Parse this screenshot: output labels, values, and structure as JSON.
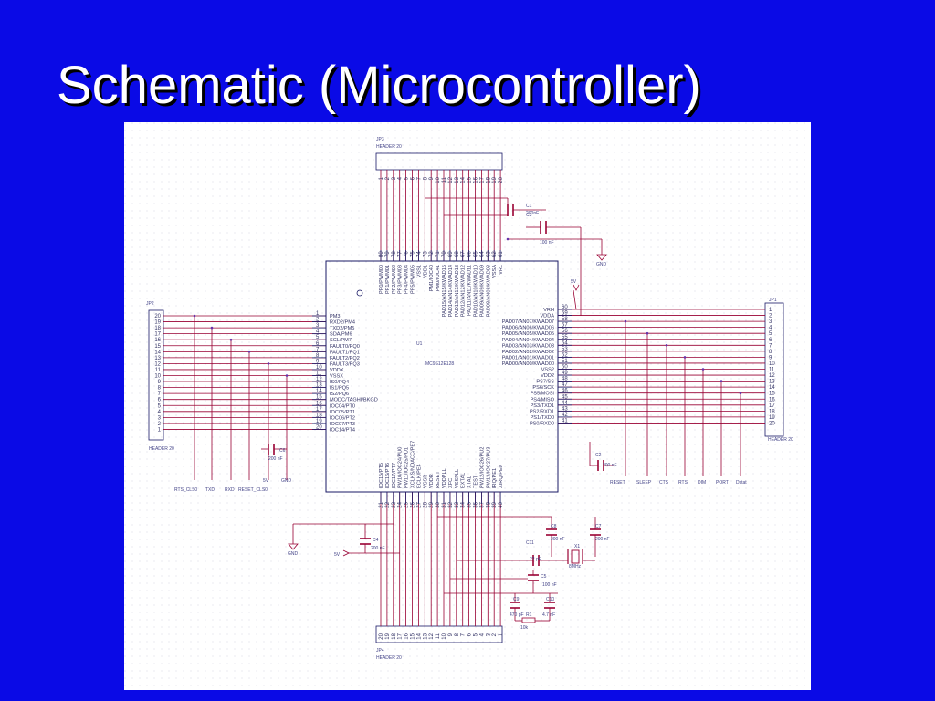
{
  "slide": {
    "title": "Schematic (Microcontroller)"
  },
  "chip": {
    "ref": "U1",
    "part": "MC9S12E128",
    "top_pins": {
      "numbers": [
        "80",
        "79",
        "78",
        "77",
        "76",
        "75",
        "74",
        "73",
        "72",
        "71",
        "70",
        "69",
        "68",
        "67",
        "66",
        "65",
        "64",
        "63",
        "62",
        "61"
      ],
      "labels": [
        "PP0/PWM00",
        "PP1/PWM01",
        "PP2/PWM02",
        "PP3/PWM03",
        "PP4/PWM04",
        "PP5/PWM05",
        "VSS1",
        "VDD1",
        "PM1/IOC40",
        "PM0/IOC41",
        "PAD15/AN15/KWAD15",
        "PAD14/AN14/KWAD14",
        "PAD13/AN13/KWAD13",
        "PAD12/AN12/KWAD12",
        "PAD11/AN11/KWAD11",
        "PAD10/AN10/KWAD10",
        "PAD09/AN09/KWAD09",
        "PAD08/AN08/KWAD08",
        "VSSA",
        "VRL"
      ]
    },
    "left_pins": {
      "numbers": [
        "1",
        "2",
        "3",
        "4",
        "5",
        "6",
        "7",
        "8",
        "9",
        "10",
        "11",
        "12",
        "13",
        "14",
        "15",
        "16",
        "17",
        "18",
        "19",
        "20"
      ],
      "labels": [
        "PM3",
        "RXD2/PM4",
        "TXD2/PM5",
        "SDA/PM6",
        "SCL/PM7",
        "FAULT0/PQ0",
        "FAULT1/PQ1",
        "FAULT2/PQ2",
        "FAULT3/PQ3",
        "VDDX",
        "VSSX",
        "IS0/PQ4",
        "IS1/PQ5",
        "IS2/PQ6",
        "MODC/TAGHI/BKGD",
        "IOC04/PT0",
        "IOC05/PT1",
        "IOC06/PT2",
        "IOC07/PT3",
        "IOC14/PT4"
      ]
    },
    "right_pins": {
      "numbers": [
        "60",
        "59",
        "58",
        "57",
        "56",
        "55",
        "54",
        "53",
        "52",
        "51",
        "50",
        "49",
        "48",
        "47",
        "46",
        "45",
        "44",
        "43",
        "42",
        "41"
      ],
      "labels": [
        "VRH",
        "VDDA",
        "PAD07/AN07/KWAD07",
        "PAD06/AN06/KWAD06",
        "PAD05/AN05/KWAD05",
        "PAD04/AN04/KWAD04",
        "PAD03/AN03/KWAD03",
        "PAD02/AN02/KWAD02",
        "PAD01/AN01/KWAD01",
        "PAD00/AN00/KWAD00",
        "VSS2",
        "VDD2",
        "PS7/SS",
        "PS6/SCK",
        "PS5/MOSI",
        "PS4/MISO",
        "PS3/TXD1",
        "PS2/RXD1",
        "PS1/TXD0",
        "PS0/RXD0"
      ]
    },
    "bottom_pins": {
      "numbers": [
        "21",
        "22",
        "23",
        "24",
        "25",
        "26",
        "27",
        "28",
        "29",
        "30",
        "31",
        "32",
        "33",
        "34",
        "35",
        "36",
        "37",
        "38",
        "39",
        "40"
      ],
      "labels": [
        "IOC15/PT5",
        "IOC16/PT6",
        "IOC17/PT7",
        "PW10/IOC24/PU0",
        "PW11/IOC25/PU1",
        "XCLKS/NOACC/PE7",
        "ECLK/PE4",
        "VSSR",
        "VDDR",
        "RESET",
        "VDDPLL",
        "XFC",
        "VSSPLL",
        "EXTAL",
        "XTAL",
        "TEST",
        "PW12/IOC26/PU2",
        "PW13/IOC27/PU3",
        "IRQ/PE1",
        "XIRQ/PE0"
      ]
    }
  },
  "headers": {
    "jp3": {
      "ref": "JP3",
      "name": "HEADER 20"
    },
    "jp2": {
      "ref": "JP2",
      "name": "HEADER 20"
    },
    "jp1": {
      "ref": "JP1",
      "name": "HEADER 20"
    },
    "jp4": {
      "ref": "JP4",
      "name": "HEADER 20"
    },
    "top_numbers": [
      "1",
      "2",
      "3",
      "4",
      "5",
      "6",
      "7",
      "8",
      "9",
      "10",
      "11",
      "12",
      "13",
      "14",
      "15",
      "16",
      "17",
      "18",
      "19",
      "20"
    ],
    "bottom_numbers": [
      "20",
      "19",
      "18",
      "17",
      "16",
      "15",
      "14",
      "13",
      "12",
      "11",
      "10",
      "9",
      "8",
      "7",
      "6",
      "5",
      "4",
      "3",
      "2",
      "1"
    ],
    "left_numbers": [
      "20",
      "19",
      "18",
      "17",
      "16",
      "15",
      "14",
      "13",
      "12",
      "11",
      "10",
      "9",
      "8",
      "7",
      "6",
      "5",
      "4",
      "3",
      "2",
      "1"
    ],
    "right_numbers": [
      "1",
      "2",
      "3",
      "4",
      "5",
      "6",
      "7",
      "8",
      "9",
      "10",
      "11",
      "12",
      "13",
      "14",
      "15",
      "16",
      "17",
      "18",
      "19",
      "20"
    ]
  },
  "components": {
    "c1": {
      "ref": "C1",
      "value": "200nF"
    },
    "c3": {
      "ref": "C3",
      "value": "100 nF"
    },
    "c6": {
      "ref": "C6",
      "value": "200 nF"
    },
    "c2": {
      "ref": "C2",
      "value": "200 nF"
    },
    "c4": {
      "ref": "C4",
      "value": "200 nF"
    },
    "c8": {
      "ref": "C8",
      "value": "200 nF"
    },
    "c7": {
      "ref": "C7",
      "value": "200 nF"
    },
    "c11": {
      "ref": "C11",
      "value": "22 pF"
    },
    "x1": {
      "ref": "X1",
      "value": "8MHz"
    },
    "c5": {
      "ref": "C5",
      "value": "100 nF"
    },
    "c9": {
      "ref": "C9",
      "value": "470 pF"
    },
    "c10": {
      "ref": "C10",
      "value": "4.7 nF"
    },
    "r1": {
      "ref": "R1",
      "value": "10k"
    }
  },
  "nets": {
    "jp2_left": [
      "RTS_CLS0",
      "TXD",
      "RXD",
      "RESET_CLS0",
      "5V",
      "GND"
    ],
    "jp1_right": [
      "RESET",
      "SLEEP",
      "CTS",
      "RTS",
      "DIM",
      "PORT",
      "Dstat"
    ],
    "gnd_top": "GND",
    "v5_top": "5V",
    "gnd_bottom": "GND",
    "v5_bottom": "5V"
  }
}
